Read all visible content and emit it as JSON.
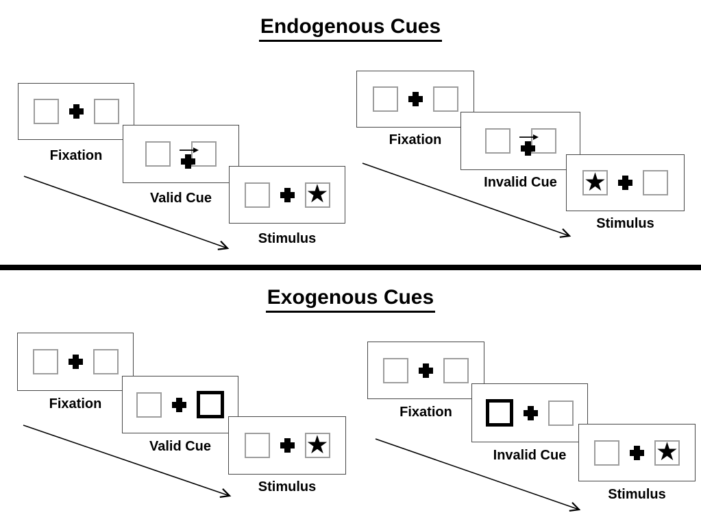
{
  "diagram": {
    "sections": [
      {
        "title": "Endogenous Cues",
        "groups": [
          {
            "name": "valid-trial",
            "cue_type": "central arrow pointing right",
            "panels": [
              {
                "label": "Fixation"
              },
              {
                "label": "Valid Cue"
              },
              {
                "label": "Stimulus",
                "star_side": "right"
              }
            ]
          },
          {
            "name": "invalid-trial",
            "cue_type": "central arrow pointing right",
            "panels": [
              {
                "label": "Fixation"
              },
              {
                "label": "Invalid Cue"
              },
              {
                "label": "Stimulus",
                "star_side": "left"
              }
            ]
          }
        ]
      },
      {
        "title": "Exogenous Cues",
        "groups": [
          {
            "name": "valid-trial",
            "cue_type": "thick peripheral box on right",
            "panels": [
              {
                "label": "Fixation"
              },
              {
                "label": "Valid Cue"
              },
              {
                "label": "Stimulus",
                "star_side": "right"
              }
            ]
          },
          {
            "name": "invalid-trial",
            "cue_type": "thick peripheral box on left",
            "panels": [
              {
                "label": "Fixation"
              },
              {
                "label": "Invalid Cue"
              },
              {
                "label": "Stimulus",
                "star_side": "right"
              }
            ]
          }
        ]
      }
    ]
  },
  "glyphs": {
    "star": "★"
  },
  "colors": {
    "ink": "#000000",
    "panel_border": "#464646",
    "box_border": "#9c9c9c",
    "background": "#ffffff"
  }
}
